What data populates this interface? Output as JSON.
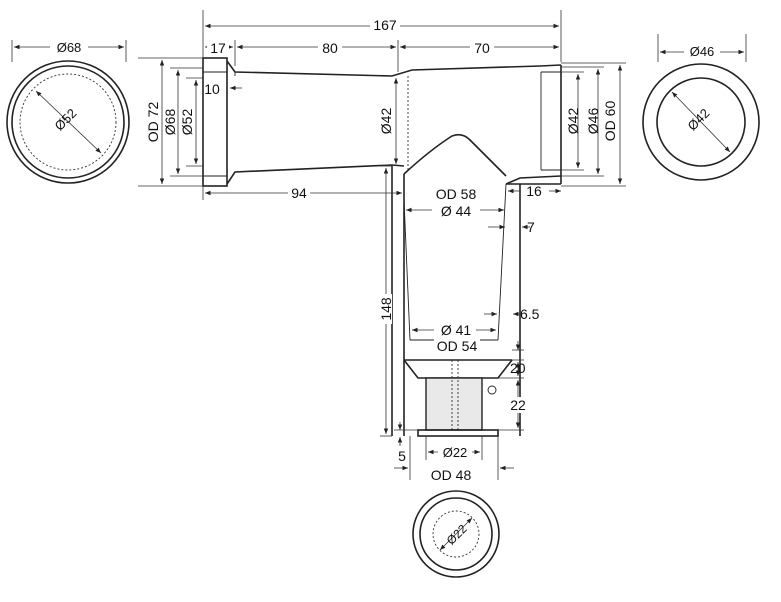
{
  "dimensions": {
    "left_view_od": "Ø68",
    "left_view_id": "Ø52",
    "right_view_od": "Ø46",
    "right_view_id": "Ø42",
    "bottom_view_id": "Ø22",
    "overall_length": "167",
    "flange_width": "17",
    "taper_length": "80",
    "right_length": "70",
    "socket_depth": "10",
    "left_od72": "OD 72",
    "left_d68": "Ø68",
    "left_d52": "Ø52",
    "mid_d42": "Ø42",
    "right_d42": "Ø42",
    "right_d46": "Ø46",
    "right_od60": "OD 60",
    "branch_pos": "94",
    "right_end": "16",
    "branch_od58": "OD 58",
    "branch_d44": "Ø 44",
    "wall_top": "7",
    "branch_height": "148",
    "wall_bottom": "6.5",
    "branch_d41": "Ø 41",
    "branch_od54": "OD 54",
    "taper_height": "20",
    "socket_height": "22",
    "bottom_lip": "5",
    "bottom_d22": "Ø22",
    "bottom_od48": "OD 48"
  }
}
